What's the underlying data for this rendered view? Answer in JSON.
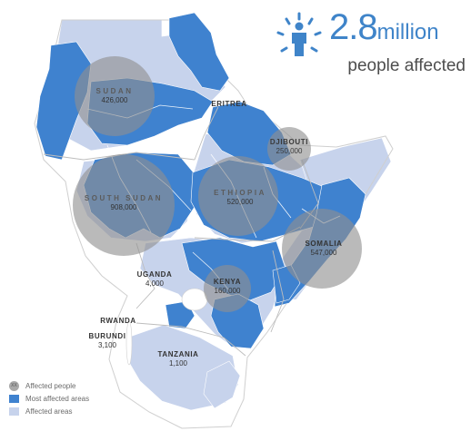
{
  "headline": {
    "number": "2.8",
    "unit": "million",
    "subtitle": "people affected",
    "icon": "person-icon",
    "color": "#3f84c9"
  },
  "colors": {
    "most_affected": "#3f82cf",
    "affected": "#c7d3ec",
    "bubble": "#8f8f8f",
    "border": "#ffffff"
  },
  "countries": [
    {
      "id": "sudan",
      "name": "SUDAN",
      "value": "426,000"
    },
    {
      "id": "eritrea",
      "name": "ERITREA",
      "value": ""
    },
    {
      "id": "djibouti",
      "name": "DJIBOUTI",
      "value": "250,000"
    },
    {
      "id": "south-sudan",
      "name": "SOUTH SUDAN",
      "value": "908,000"
    },
    {
      "id": "ethiopia",
      "name": "ETHIOPIA",
      "value": "520,000"
    },
    {
      "id": "somalia",
      "name": "SOMALIA",
      "value": "547,000"
    },
    {
      "id": "uganda",
      "name": "UGANDA",
      "value": "4,000"
    },
    {
      "id": "kenya",
      "name": "KENYA",
      "value": "160,000"
    },
    {
      "id": "rwanda",
      "name": "RWANDA",
      "value": ""
    },
    {
      "id": "burundi",
      "name": "BURUNDI",
      "value": "3,100"
    },
    {
      "id": "tanzania",
      "name": "TANZANIA",
      "value": "1,100"
    }
  ],
  "legend": {
    "bubble_marker": "XX",
    "items": [
      "Affected people",
      "Most affected areas",
      "Affected areas"
    ]
  }
}
